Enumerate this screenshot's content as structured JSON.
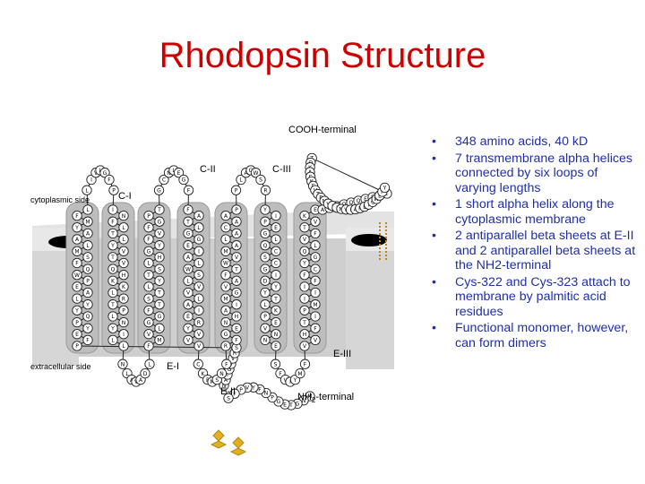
{
  "title": "Rhodopsin Structure",
  "diagram": {
    "labels": {
      "cooh": "COOH-terminal",
      "cytoplasmic": "cytoplasmic side",
      "extracellular": "extracellular side",
      "nh2_prefix": "NH",
      "nh2_sub": "2",
      "nh2_suffix": "-terminal",
      "c1": "C-I",
      "c2": "C-II",
      "c3": "C-III",
      "e1": "E-I",
      "e2": "E-II",
      "e3": "E-III"
    },
    "colors": {
      "membrane": "#d6d6d6",
      "membrane_dark": "#a8a8a8",
      "helix": "#bdbdbd",
      "residue_fill": "#ffffff",
      "residue_stroke": "#222222",
      "palmitoyl": "#b08a2a",
      "glycosylation": "#e0b020",
      "retinal_lysine": "#000000"
    },
    "residue_letters": "MNGTEGPNFYVPFSNATGVVRSPFEYPQYYLAEPWQFSMLAAYMFLLIVLGFPINFLTLYVTVQHKKLRTPLNYILLNLAVADLFMVLGGFTSTLYTSLHGYFVFGPTGCNLEGFFATLGGEIALWSLVVLAIERYVVVCKPMSNFRFGENHAIMGVAFTWVMALACAAPPLAGWSRYIPEGLQCSCGIDYYTLKPEVNNESFVIYMFVVHFTIPMIIIFFCYGQLVFTVKEAAAQQQESATTQKAEKEVTRMVIIMVIAFLICWLPYAGVAFYIFTHQGSDFGPIFMTIPAFFAKTSAVYNPVIYIMMNKQFRNCMVTTLCCGKNPLGDDEASTTVSKTETSQVAPA"
  }
}
